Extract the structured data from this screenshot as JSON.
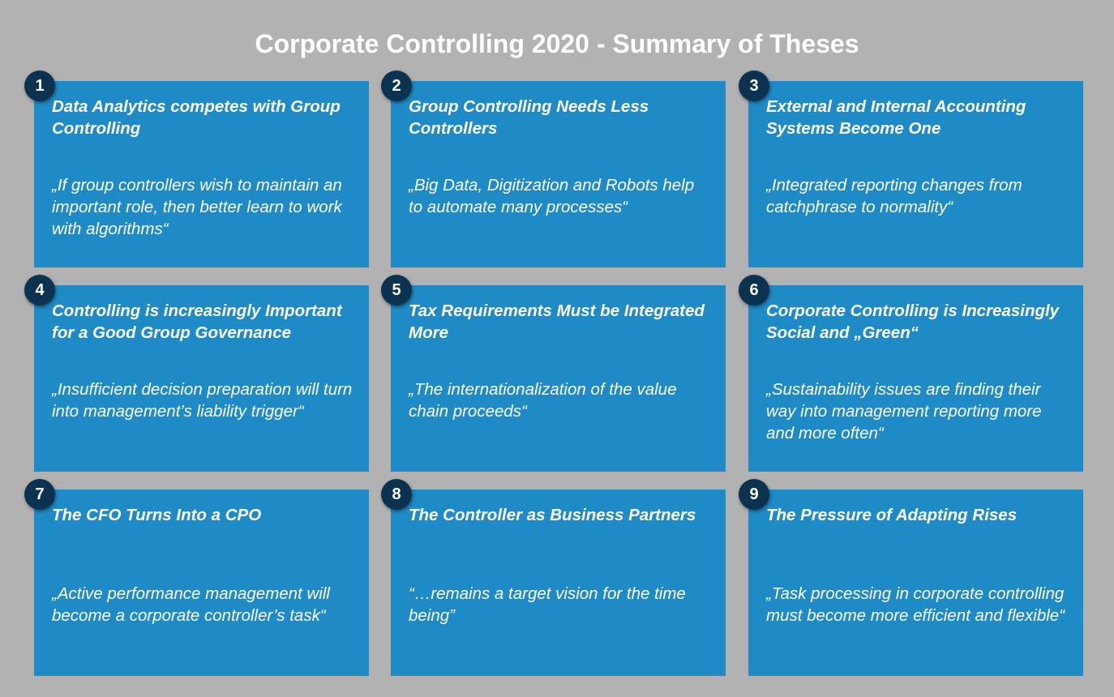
{
  "title": "Corporate Controlling 2020 - Summary of Theses",
  "theses": [
    {
      "number": "1",
      "heading": "Data Analytics  competes with Group Controlling",
      "quote": "„If group controllers wish to maintain an important role, then better learn to work with algorithms“"
    },
    {
      "number": "2",
      "heading": "Group Controlling  Needs Less Controllers",
      "quote": "„Big Data, Digitization and Robots help to automate many processes“"
    },
    {
      "number": "3",
      "heading": "External and Internal Accounting Systems Become One",
      "quote": "„Integrated  reporting changes from catchphrase to normality“"
    },
    {
      "number": "4",
      "heading": "Controlling  is increasingly Important for a Good Group Governance",
      "quote": "„Insufficient decision preparation will turn into management’s liability trigger“"
    },
    {
      "number": "5",
      "heading": "Tax Requirements Must be Integrated More",
      "quote": "„The  internationalization of the value chain proceeds“"
    },
    {
      "number": "6",
      "heading": "Corporate Controlling  is Increasingly  Social  and „Green“",
      "quote": "„Sustainability issues are finding their way into management reporting more and more often“"
    },
    {
      "number": "7",
      "heading": "The CFO Turns Into a CPO",
      "quote": "„Active performance management will become a corporate controller’s task“"
    },
    {
      "number": "8",
      "heading": "The Controller as Business Partners",
      "quote": "“…remains a target vision for the time being”"
    },
    {
      "number": "9",
      "heading": "The Pressure of Adapting  Rises",
      "quote": "„Task processing in corporate controlling must become more efficient and flexible“"
    }
  ]
}
